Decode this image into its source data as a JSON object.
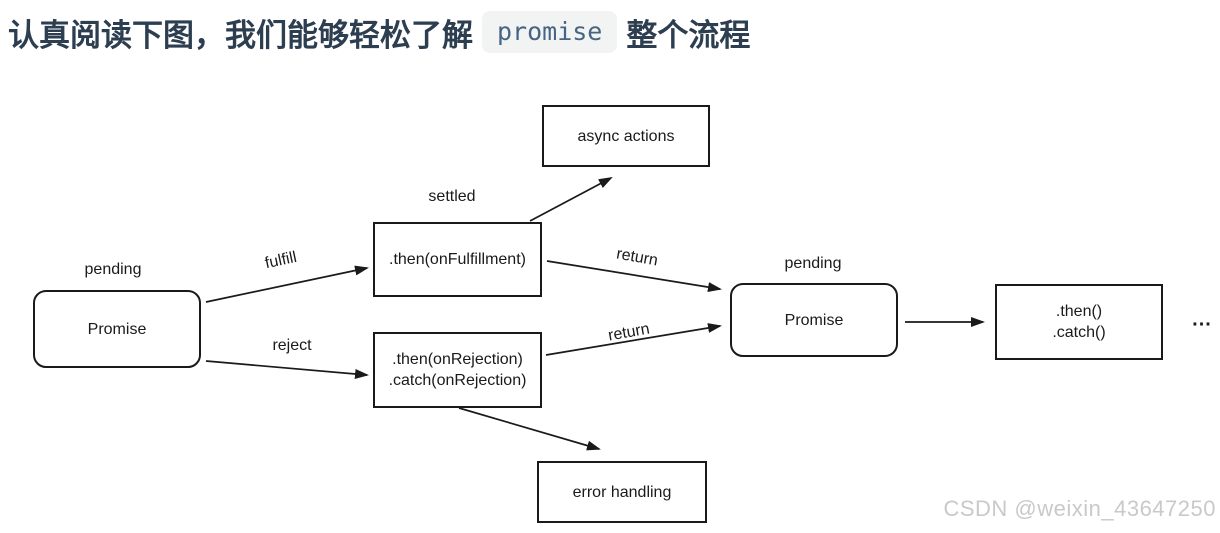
{
  "title": {
    "prefix": "认真阅读下图，我们能够轻松了解",
    "code": "promise",
    "suffix": "整个流程"
  },
  "colors": {
    "title_text": "#2c3e50",
    "code_text": "#476582",
    "code_bg": "#f2f3f3",
    "diagram_ink": "#1a1a1a",
    "watermark_text": "#c9c9c9",
    "canvas_bg": "#ffffff"
  },
  "diagram": {
    "nodes": {
      "promise1": {
        "label": "Promise"
      },
      "fulfillment": {
        "label": ".then(onFulfillment)"
      },
      "rejection": {
        "line1": ".then(onRejection)",
        "line2": ".catch(onRejection)"
      },
      "async_actions": {
        "label": "async actions"
      },
      "promise2": {
        "label": "Promise"
      },
      "then_catch": {
        "line1": ".then()",
        "line2": ".catch()"
      },
      "error_handling": {
        "label": "error handling"
      }
    },
    "state_labels": {
      "pending_left": "pending",
      "settled": "settled",
      "pending_right": "pending"
    },
    "edge_labels": {
      "fulfill": "fulfill",
      "reject": "reject",
      "return_top": "return",
      "return_bottom": "return"
    },
    "ellipsis": "..."
  },
  "watermark": "CSDN @weixin_43647250"
}
